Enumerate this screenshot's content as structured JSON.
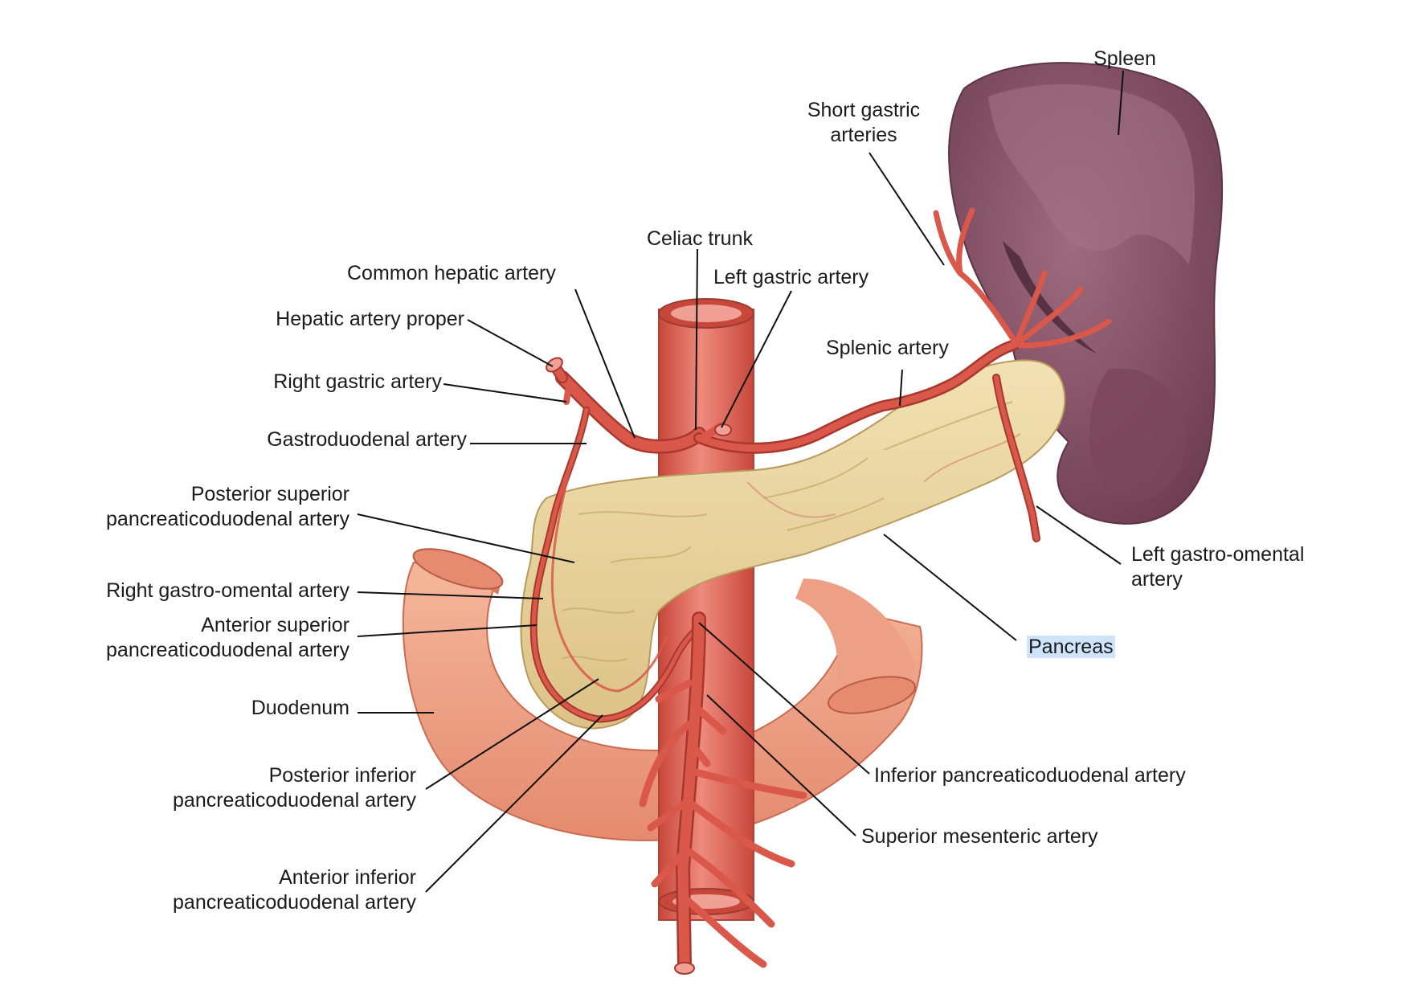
{
  "labels": {
    "spleen": "Spleen",
    "short_gastric_1": "Short gastric",
    "short_gastric_2": "arteries",
    "celiac_trunk": "Celiac trunk",
    "common_hepatic": "Common hepatic artery",
    "left_gastric": "Left gastric artery",
    "hepatic_proper": "Hepatic artery proper",
    "splenic": "Splenic artery",
    "right_gastric": "Right gastric artery",
    "gastroduodenal": "Gastroduodenal artery",
    "post_sup_1": "Posterior superior",
    "post_sup_2": "pancreaticoduodenal artery",
    "right_go": "Right gastro-omental artery",
    "ant_sup_1": "Anterior superior",
    "ant_sup_2": "pancreaticoduodenal artery",
    "left_go_1": "Left gastro-omental",
    "left_go_2": "artery",
    "pancreas": "Pancreas",
    "duodenum": "Duodenum",
    "inf_pd": "Inferior pancreaticoduodenal artery",
    "post_inf_1": "Posterior inferior",
    "post_inf_2": "pancreaticoduodenal artery",
    "sma": "Superior mesenteric artery",
    "ant_inf_1": "Anterior inferior",
    "ant_inf_2": "pancreaticoduodenal artery"
  },
  "colors": {
    "artery": "#d9584a",
    "artery_dark": "#a8382e",
    "aorta": "#e9776a",
    "pancreas": "#ecd7a1",
    "duodenum": "#f1a588",
    "spleen": "#8b5569",
    "highlight": "#cfe3fb"
  }
}
